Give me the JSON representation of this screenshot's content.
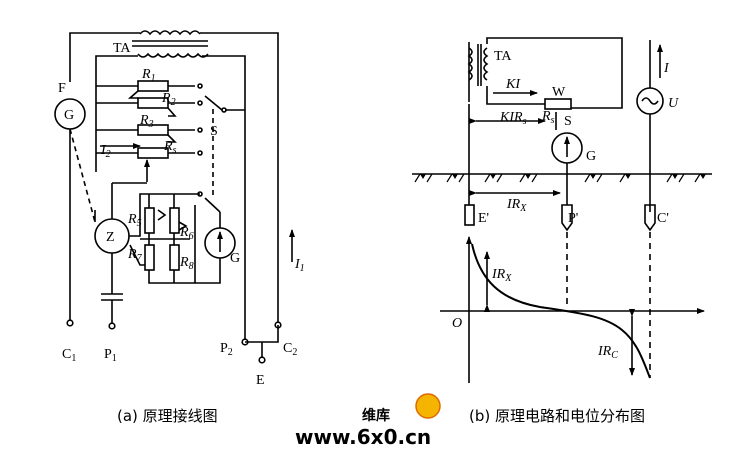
{
  "left": {
    "caption": "(a) 原理接线图",
    "labels": {
      "ta": "TA",
      "f": "F",
      "g_top": "G",
      "r1": "R",
      "r1s": "1",
      "r2": "R",
      "r2s": "2",
      "r3": "R",
      "r3s": "3",
      "rs": "R",
      "rss": "s",
      "s": "S",
      "i2": "I",
      "i2s": "2",
      "z": "Z",
      "r5": "R",
      "r5s": "5",
      "r6": "R",
      "r6s": "6",
      "r7": "R",
      "r7s": "7",
      "r8": "R",
      "r8s": "8",
      "g_bot": "G",
      "i1": "I",
      "i1s": "1",
      "c1": "C",
      "c1s": "1",
      "p1": "P",
      "p1s": "1",
      "p2": "P",
      "p2s": "2",
      "c2": "C",
      "c2s": "2",
      "e": "E"
    }
  },
  "right": {
    "caption": "(b) 原理电路和电位分布图",
    "labels": {
      "ta": "TA",
      "i": "I",
      "u": "U",
      "ki": "KI",
      "w": "W",
      "kirs": "KIR",
      "kirss": "s",
      "rs": "R",
      "rss": "s",
      "s": "S",
      "g": "G",
      "irx": "IR",
      "irxs": "X",
      "e": "E'",
      "p": "P'",
      "c": "C'",
      "irx2": "IR",
      "irx2s": "X",
      "o": "O",
      "irc": "IR",
      "ircs": "C"
    }
  },
  "watermark": {
    "text": "www.6x0.cn",
    "badge": "维库"
  }
}
